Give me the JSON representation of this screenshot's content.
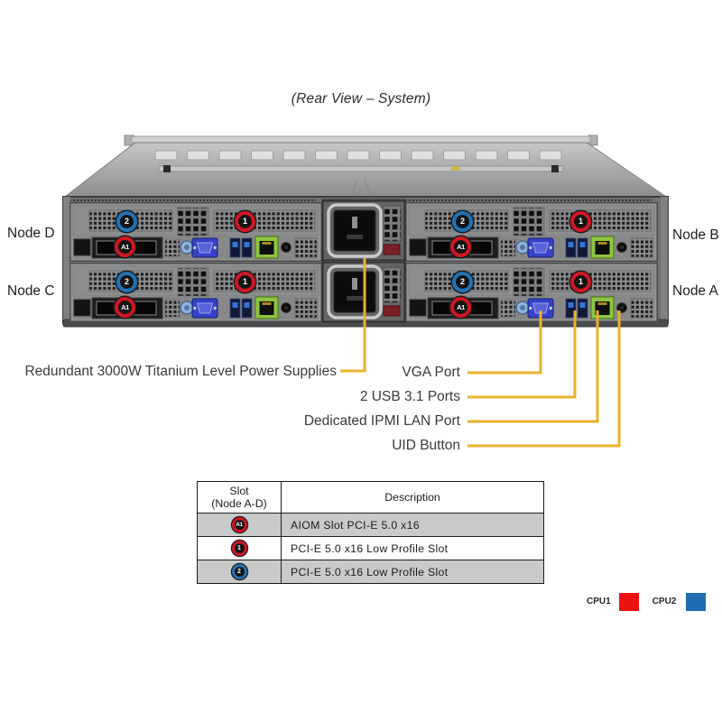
{
  "title": "(Rear View – System)",
  "nodes": {
    "top_left": "Node D",
    "bottom_left": "Node C",
    "top_right": "Node B",
    "bottom_right": "Node A"
  },
  "badges": {
    "aiom": "A1",
    "slot1": "1",
    "slot2": "2"
  },
  "callouts": {
    "psu": "Redundant 3000W Titanium Level Power Supplies",
    "vga": "VGA Port",
    "usb": "2 USB 3.1 Ports",
    "ipmi": "Dedicated IPMI LAN Port",
    "uid": "UID Button"
  },
  "table": {
    "header": {
      "slot_line1": "Slot",
      "slot_line2": "(Node A-D)",
      "description": "Description"
    },
    "rows": [
      {
        "badge": "A1",
        "badge_color": "red",
        "description": "AIOM Slot PCI-E 5.0 x16"
      },
      {
        "badge": "1",
        "badge_color": "red",
        "description": "PCI-E 5.0 x16 Low Profile Slot"
      },
      {
        "badge": "2",
        "badge_color": "blue",
        "description": "PCI-E 5.0 x16 Low Profile Slot"
      }
    ]
  },
  "legend": [
    {
      "label": "CPU1",
      "color": "#ee1111"
    },
    {
      "label": "CPU2",
      "color": "#1f6cb4"
    }
  ],
  "colors": {
    "callout_line": "#ebb22d",
    "badge_red": "#d01722",
    "badge_blue": "#2173b4",
    "lan_green": "#8dc63f",
    "vga_blue": "#3542c8"
  }
}
